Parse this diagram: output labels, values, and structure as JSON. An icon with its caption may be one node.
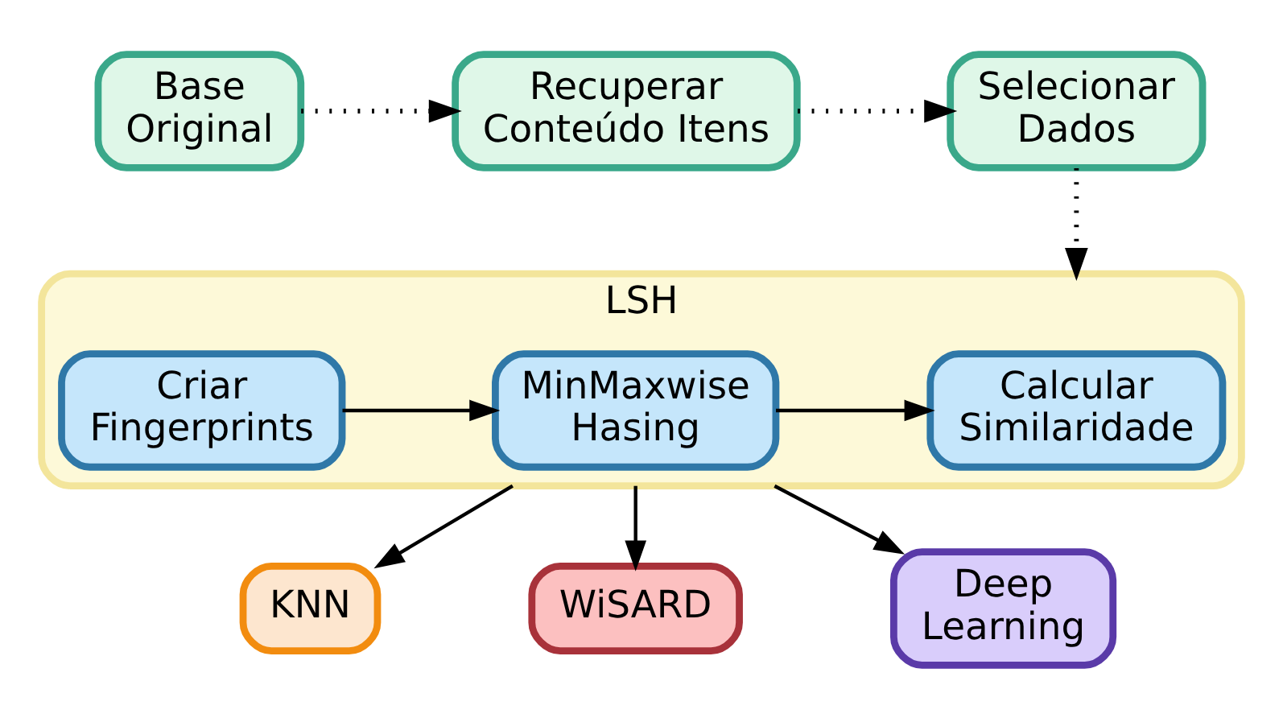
{
  "diagram": {
    "nodes": [
      {
        "text": [
          "Base Original"
        ]
      },
      {
        "text": [
          "Recuperar Conteúdo Itens"
        ]
      },
      {
        "text": [
          "Selecionar Dados"
        ]
      },
      {
        "text": [
          "LSH"
        ]
      },
      {
        "text": [
          "Criar Fingerprints"
        ],
        "in": 3
      },
      {
        "text": [
          "MinMaxwise Hasing"
        ],
        "in": 3
      },
      {
        "text": [
          "Calcular Similaridade"
        ],
        "in": 3
      },
      {
        "text": [
          "KNN"
        ]
      },
      {
        "text": [
          "WiSARD"
        ]
      },
      {
        "text": [
          "Deep Learning"
        ]
      }
    ],
    "edges": [
      {
        "from": 0,
        "to": 1,
        "arrow": "to",
        "style": "dashed"
      },
      {
        "from": 1,
        "to": 2,
        "arrow": "to",
        "style": "dashed"
      },
      {
        "from": 2,
        "to": 3,
        "arrow": "to",
        "style": "dashed"
      },
      {
        "from": 4,
        "to": 5,
        "arrow": "to"
      },
      {
        "from": 5,
        "to": 6,
        "arrow": "to"
      },
      {
        "from": 3,
        "to": 7,
        "arrow": "to"
      },
      {
        "from": 3,
        "to": 8,
        "arrow": "to"
      },
      {
        "from": 3,
        "to": 9,
        "arrow": "to"
      }
    ]
  }
}
